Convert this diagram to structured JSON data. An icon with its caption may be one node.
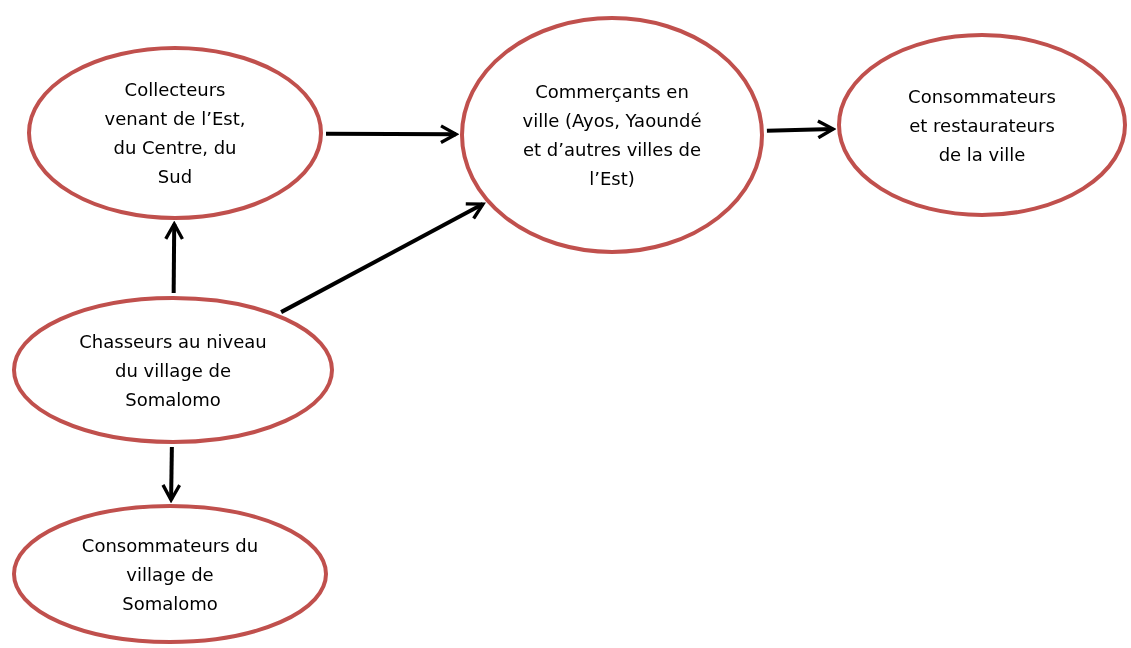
{
  "diagram": {
    "nodes": [
      {
        "text": [
          "Collecteurs venant de l’Est, du Centre, du Sud"
        ]
      },
      {
        "text": [
          "Commerçants en ville (Ayos, Yaoundé et d’autres villes de l’Est)"
        ]
      },
      {
        "text": [
          "Consommateurs et restaurateurs de la ville"
        ]
      },
      {
        "text": [
          "Chasseurs au niveau du village de Somalomo"
        ]
      },
      {
        "text": [
          "Consommateurs du village de Somalomo"
        ]
      }
    ],
    "edges": [
      {
        "from": 0,
        "to": 1,
        "arrow": "to"
      },
      {
        "from": 1,
        "to": 2,
        "arrow": "to"
      },
      {
        "from": 3,
        "to": 0,
        "arrow": "to"
      },
      {
        "from": 3,
        "to": 1,
        "arrow": "to"
      },
      {
        "from": 3,
        "to": 4,
        "arrow": "to"
      }
    ]
  }
}
